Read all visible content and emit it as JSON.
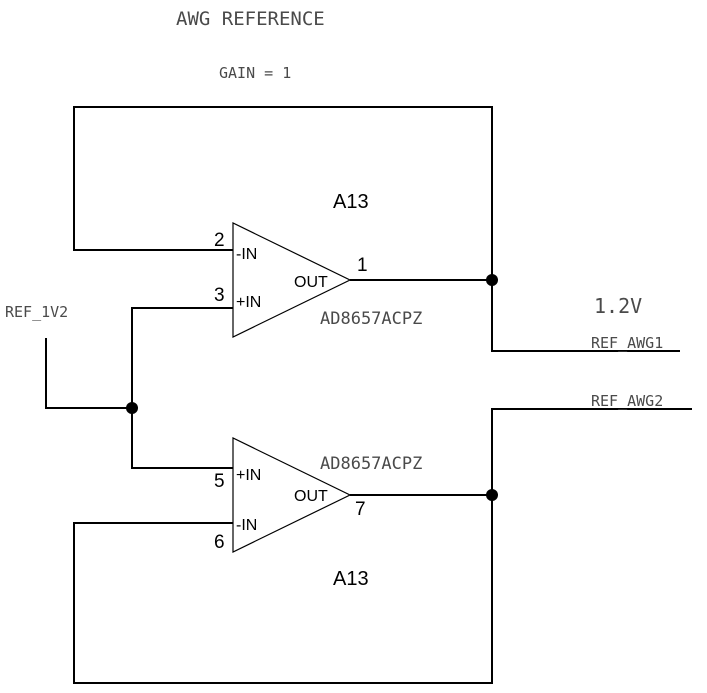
{
  "title": "AWG REFERENCE",
  "gain": "GAIN = 1",
  "voltage": "1.2V",
  "nets": {
    "input": "REF_1V2",
    "out1": "REF_AWG1",
    "out2": "REF_AWG2"
  },
  "amp_top": {
    "designator": "A13",
    "part": "AD8657ACPZ",
    "pin_inv_num": "2",
    "pin_inv_label": "-IN",
    "pin_noninv_num": "3",
    "pin_noninv_label": "+IN",
    "pin_out_num": "1",
    "pin_out_label": "OUT"
  },
  "amp_bottom": {
    "designator": "A13",
    "part": "AD8657ACPZ",
    "pin_noninv_num": "5",
    "pin_noninv_label": "+IN",
    "pin_inv_num": "6",
    "pin_inv_label": "-IN",
    "pin_out_num": "7",
    "pin_out_label": "OUT"
  }
}
